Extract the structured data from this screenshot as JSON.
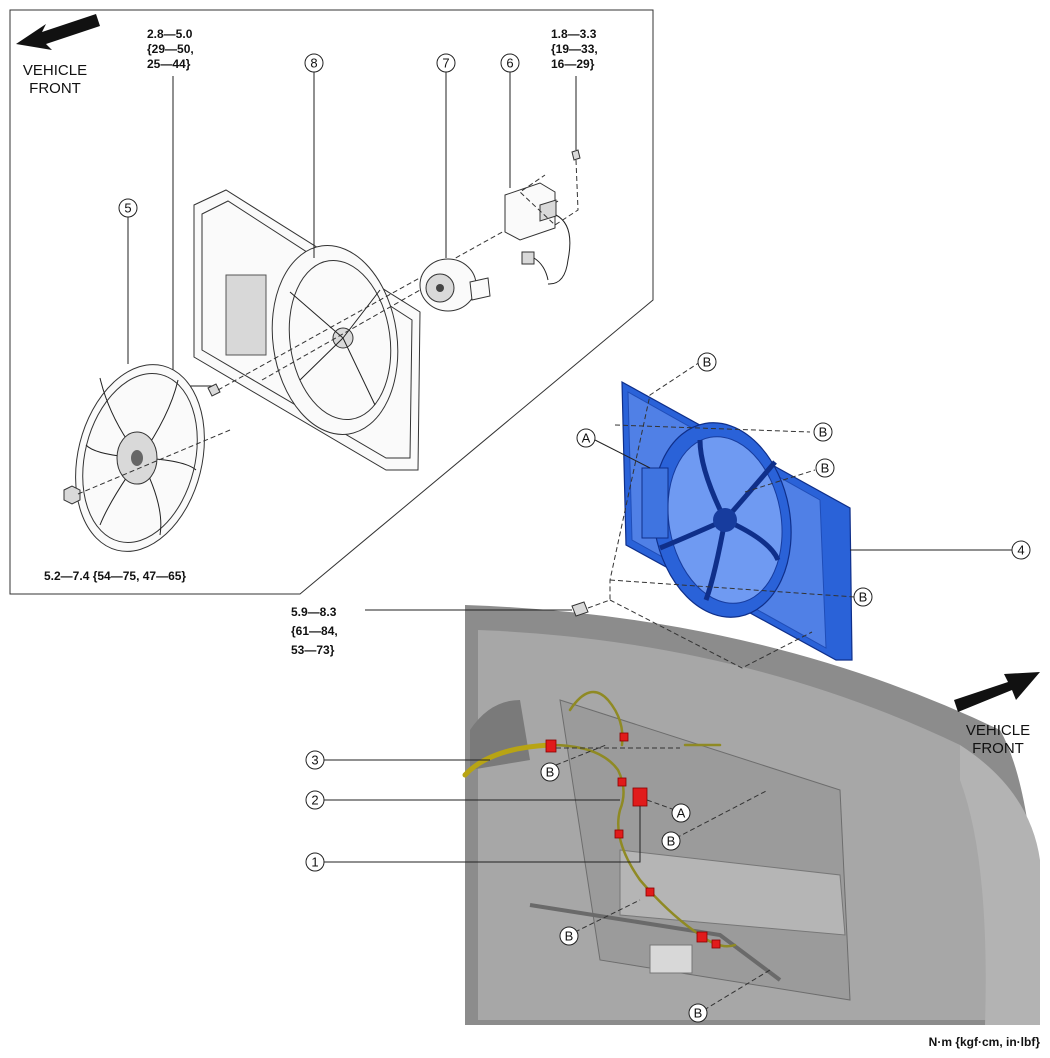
{
  "vehicle_front_label": {
    "line1": "VEHICLE",
    "line2": "FRONT"
  },
  "torque_specs": {
    "fan_mount_bolt": {
      "line1": "2.8—5.0",
      "line2": "{29—50,",
      "line3": "25—44}"
    },
    "control_module_bolt": {
      "line1": "1.8—3.3",
      "line2": "{19—33,",
      "line3": "16—29}"
    },
    "fan_nut": {
      "line1": "5.2—7.4 {54—75, 47—65}"
    },
    "shroud_bolt": {
      "line1": "5.9—8.3",
      "line2": "{61—84,",
      "line3": "53—73}"
    }
  },
  "callouts": {
    "c1": "1",
    "c2": "2",
    "c3": "3",
    "c4": "4",
    "c5": "5",
    "c6": "6",
    "c7": "7",
    "c8": "8",
    "a": "A",
    "b": "B"
  },
  "units_label": "N·m {kgf·cm, in·lbf}",
  "colors": {
    "shroud_highlight": "#2a62d8",
    "harness": "#b8a414",
    "clip": "#e11b1b"
  }
}
